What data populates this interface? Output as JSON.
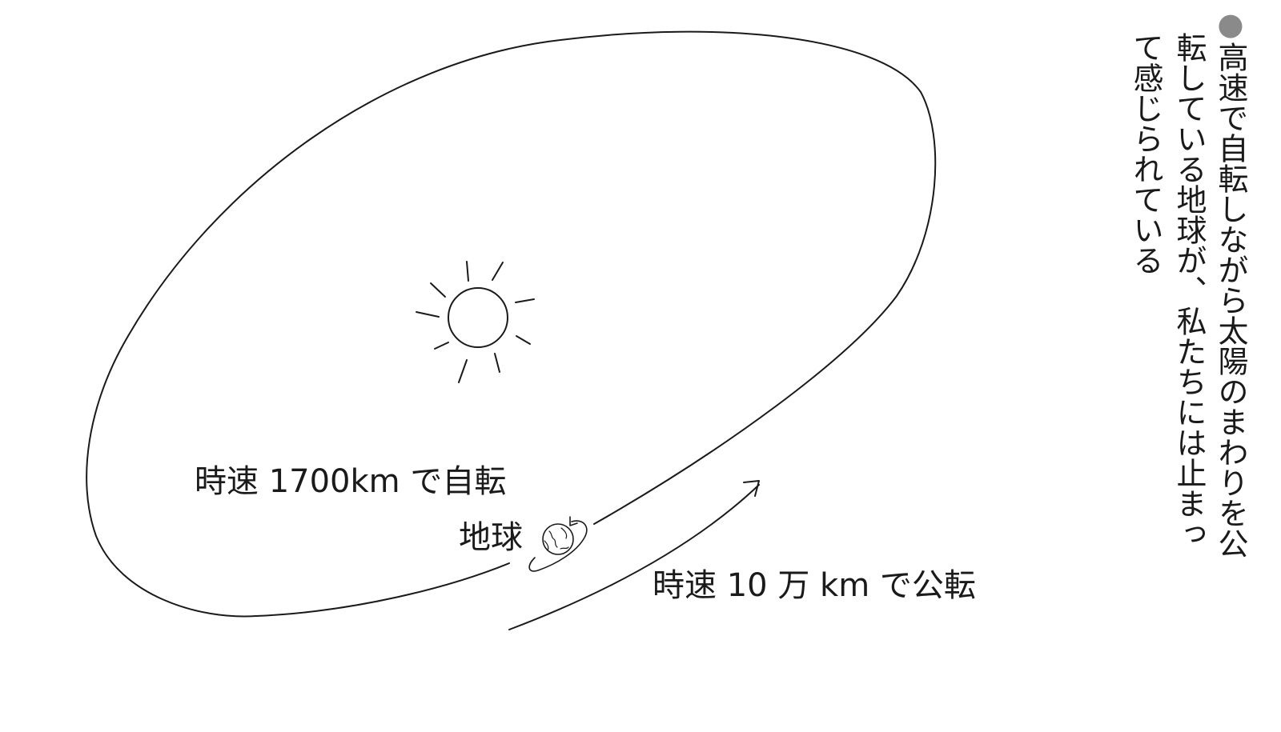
{
  "labels": {
    "rotation": "時速 1700km で自転",
    "earth": "地球",
    "revolution": "時速 10 万 km で公転"
  },
  "caption": {
    "bullet": "●",
    "line1": "高速で自転しながら太陽のまわりを公",
    "line2": "転している地球が、私たちには止まっ",
    "line3": "て感じられている"
  },
  "colors": {
    "ink": "#1a1a1a",
    "bullet": "#8a8a8a",
    "background": "#ffffff"
  }
}
